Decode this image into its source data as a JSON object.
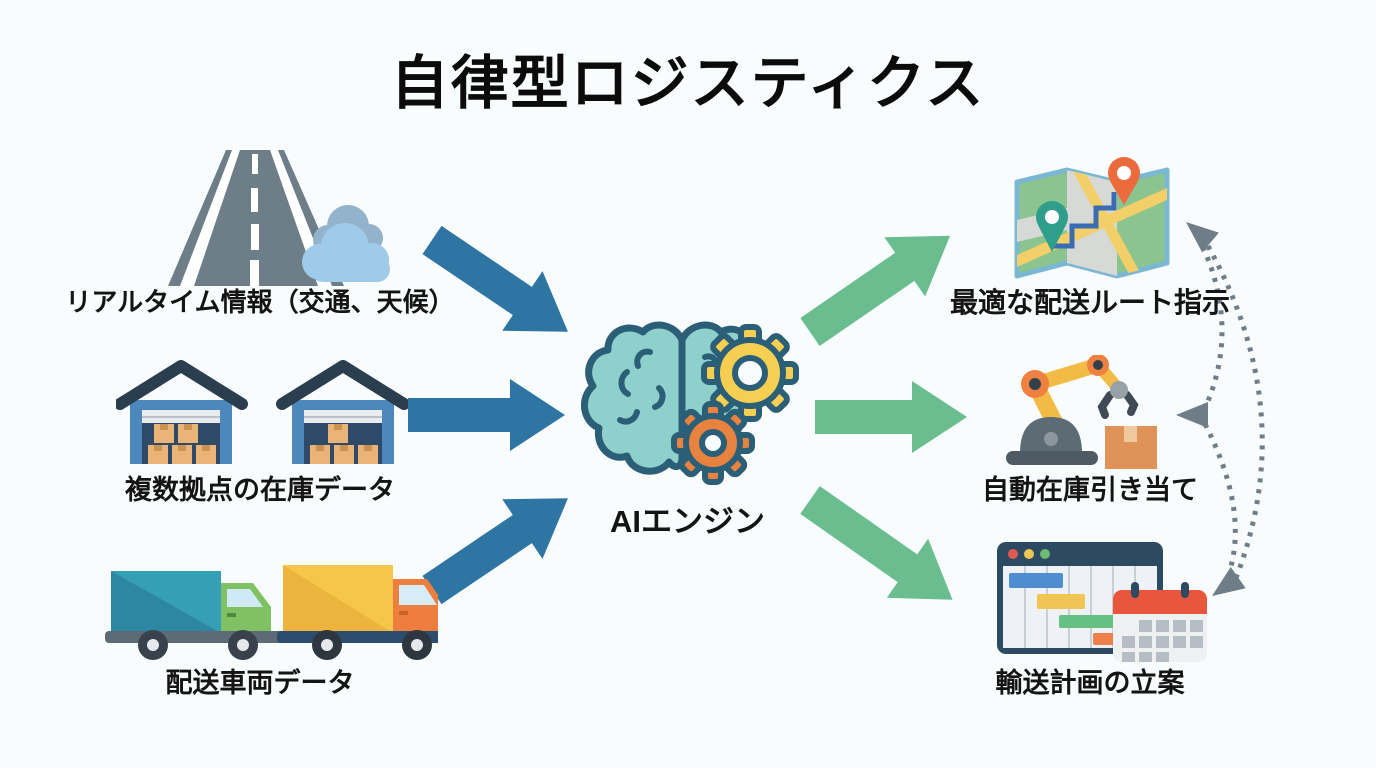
{
  "title": "自律型ロジスティクス",
  "inputs": [
    {
      "id": "realtime-info",
      "icon": "road-weather-icon",
      "label": "リアルタイム情報（交通、天候）"
    },
    {
      "id": "inventory-data",
      "icon": "warehouses-icon",
      "label": "複数拠点の在庫データ"
    },
    {
      "id": "vehicle-data",
      "icon": "trucks-icon",
      "label": "配送車両データ"
    }
  ],
  "center": {
    "id": "ai-engine",
    "icon": "brain-gears-icon",
    "label": "AIエンジン"
  },
  "outputs": [
    {
      "id": "route-instruction",
      "icon": "map-route-icon",
      "label": "最適な配送ルート指示"
    },
    {
      "id": "inventory-allocation",
      "icon": "robot-arm-icon",
      "label": "自動在庫引き当て"
    },
    {
      "id": "transport-planning",
      "icon": "gantt-calendar-icon",
      "label": "輸送計画の立案"
    }
  ],
  "connections": {
    "input_arrow_color": "#2e75a4",
    "output_arrow_color": "#69bd8e",
    "feedback_dotted_color": "#6e7d87",
    "feedback_note": "dotted feedback loops linking the three outputs"
  },
  "colors": {
    "background": "#f8fcfd",
    "title_text": "#0b0b0b",
    "label_text": "#141414",
    "road_gray": "#6d7e88",
    "cloud_back": "#93b3cc",
    "cloud_front": "#9ecbe9",
    "warehouse_wall": "#4d88bd",
    "warehouse_roof": "#2b3e50",
    "warehouse_interior": "#2f4a68",
    "box_tan": "#eab377",
    "truck1_cargo": "#35a0b5",
    "truck1_cab": "#7fc163",
    "truck2_cargo": "#f6c64b",
    "truck2_cab": "#ee7e3e",
    "brain_teal": "#8ed0cb",
    "brain_outline": "#2b5f78",
    "gear_yellow": "#f6cf52",
    "gear_orange": "#e8823f",
    "map_green": "#8cc48f",
    "map_border": "#7ab7d3",
    "pin_green": "#2f9e8b",
    "pin_orange": "#ec6b3c",
    "route_blue": "#3a6cb4",
    "robot_yellow": "#f2bb45",
    "robot_joint_orange": "#ee8040",
    "gantt_frame": "#2d4a63",
    "calendar_red": "#e8563c"
  }
}
